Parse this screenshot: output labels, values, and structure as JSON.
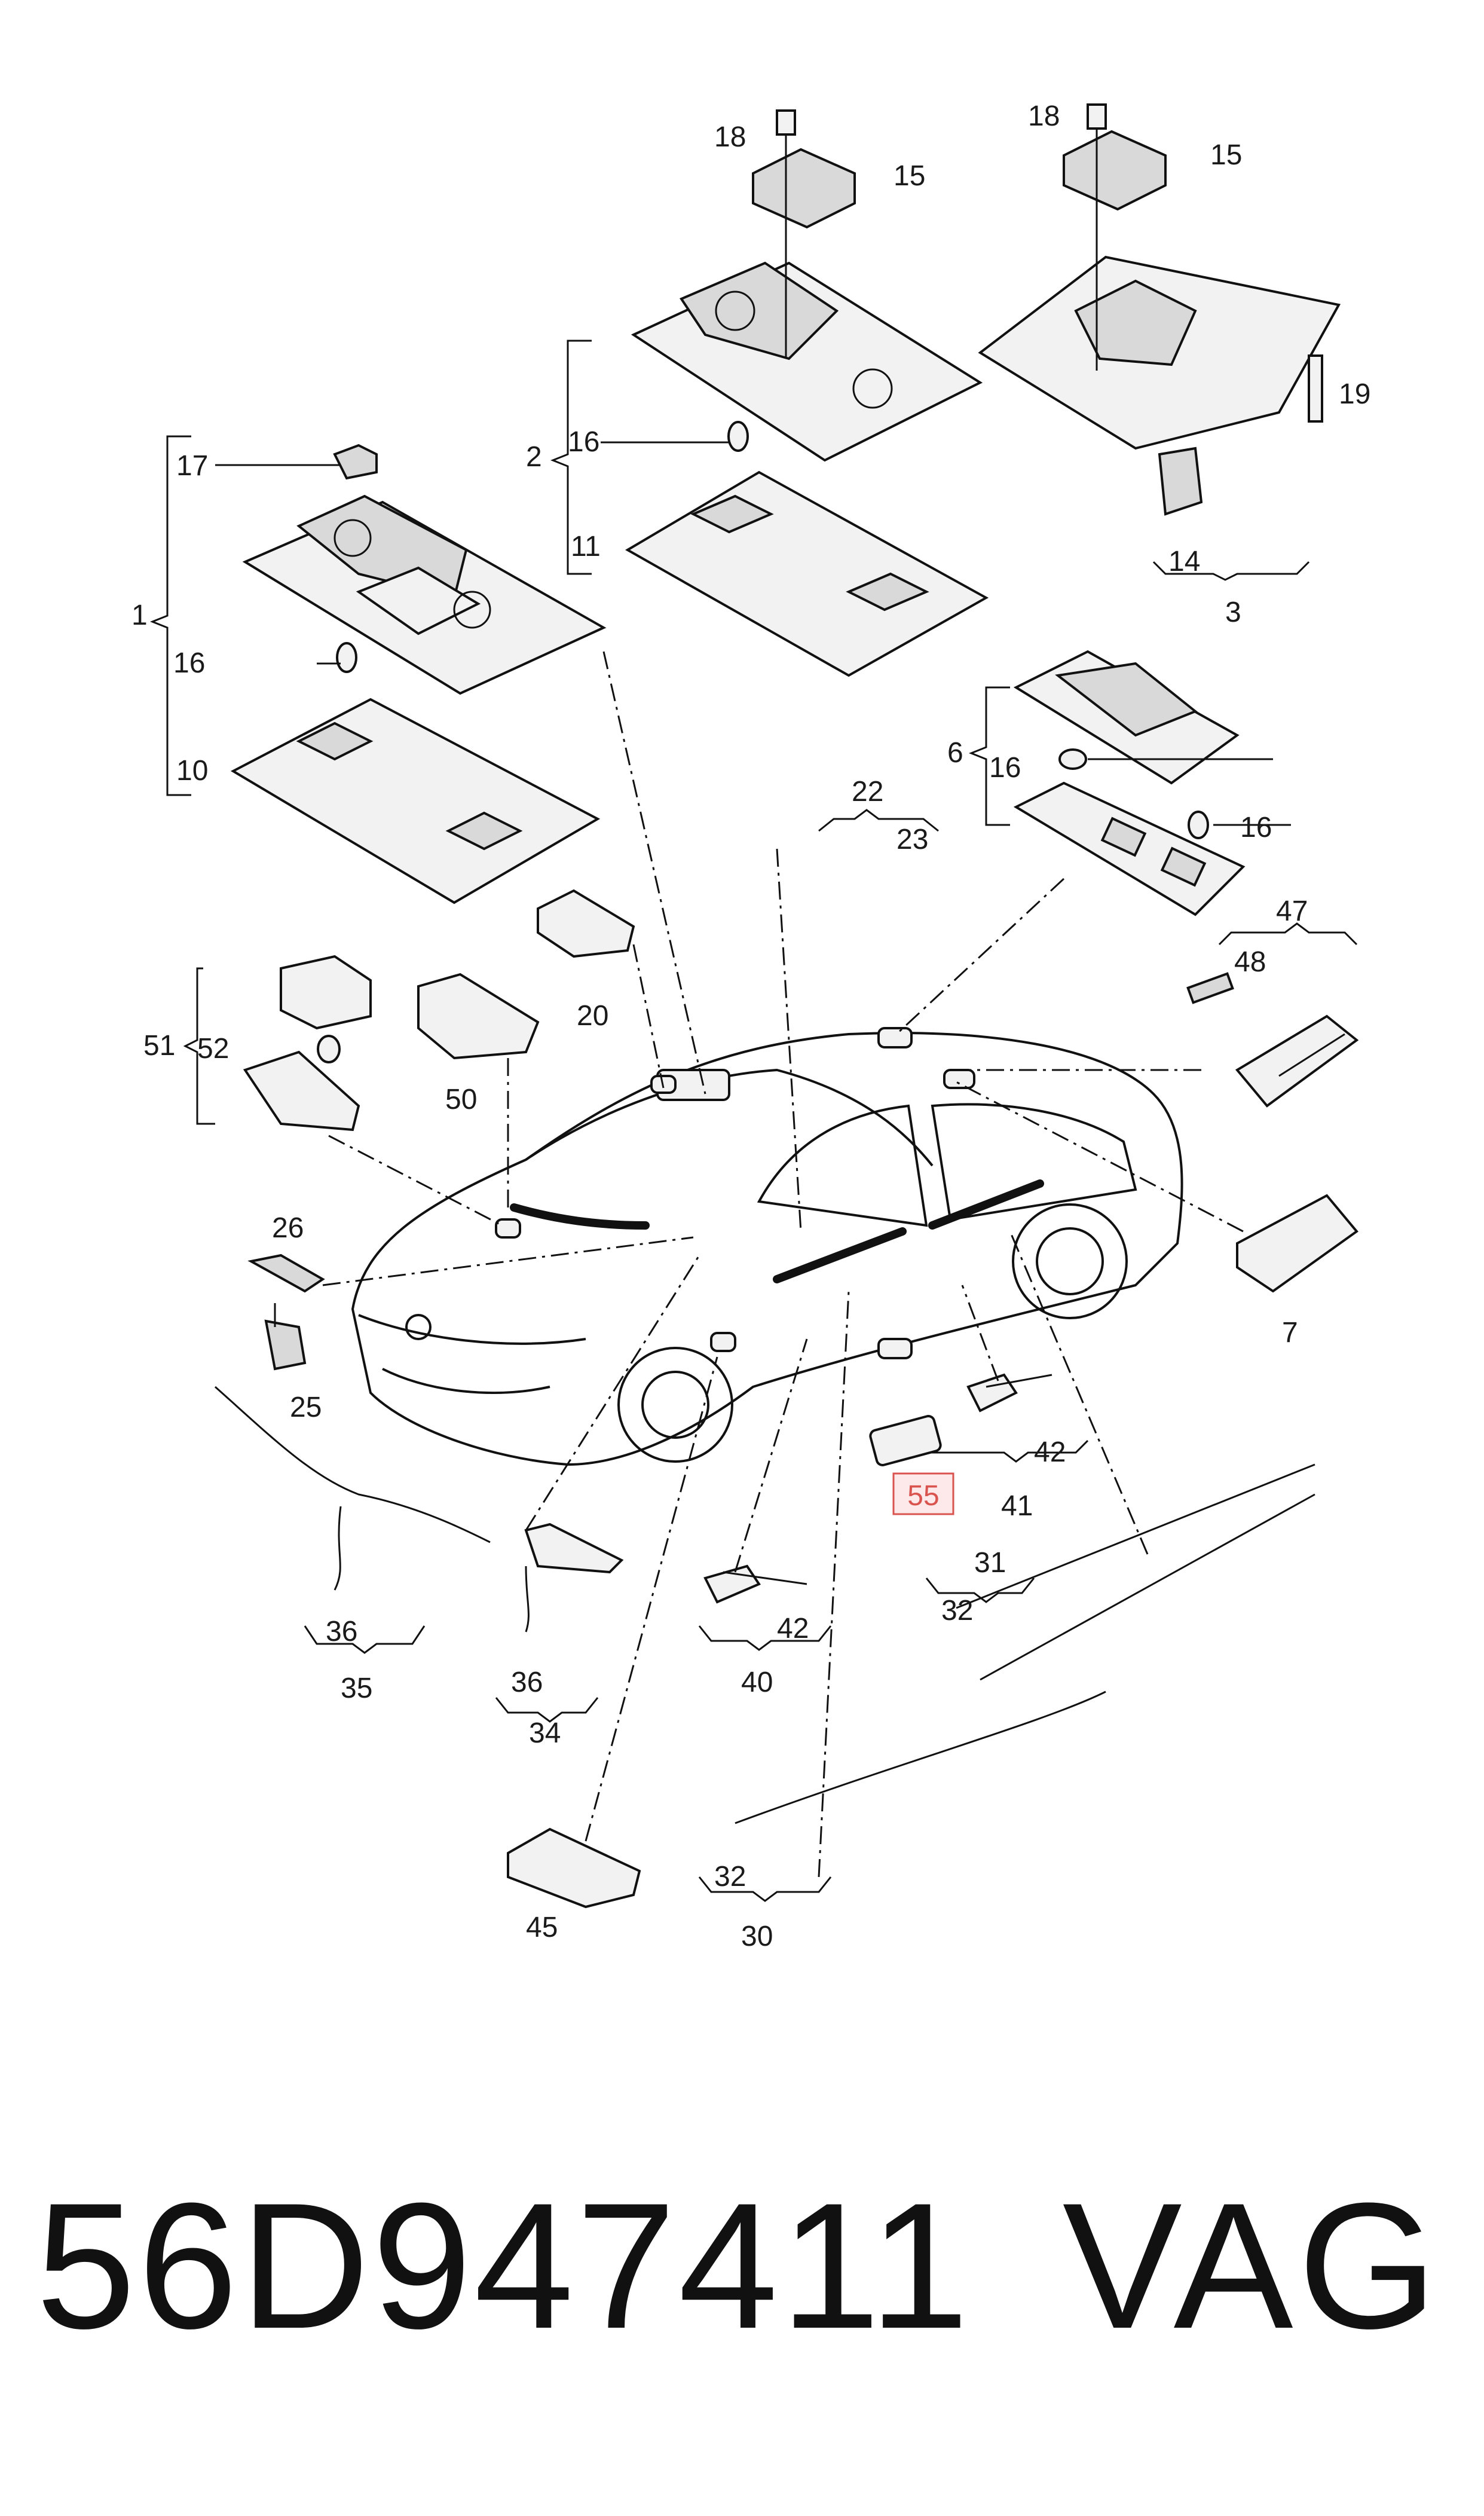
{
  "diagram": {
    "callouts": {
      "c1": "1",
      "c2": "2",
      "c3": "3",
      "c6": "6",
      "c7": "7",
      "c10": "10",
      "c11": "11",
      "c14": "14",
      "c15a": "15",
      "c15b": "15",
      "c16a": "16",
      "c16b": "16",
      "c16c": "16",
      "c16d": "16",
      "c17": "17",
      "c18a": "18",
      "c18b": "18",
      "c19": "19",
      "c20": "20",
      "c22": "22",
      "c23": "23",
      "c25": "25",
      "c26": "26",
      "c30": "30",
      "c31": "31",
      "c32a": "32",
      "c32b": "32",
      "c34": "34",
      "c35": "35",
      "c36a": "36",
      "c36b": "36",
      "c40": "40",
      "c41": "41",
      "c42a": "42",
      "c42b": "42",
      "c45": "45",
      "c47": "47",
      "c48": "48",
      "c50": "50",
      "c51": "51",
      "c52": "52",
      "c55": "55"
    },
    "highlighted_part": "55",
    "highlight_color": "#d9534f",
    "highlight_fill": "#fde9e9"
  },
  "footer": {
    "part_number": "56D947411",
    "brand": "VAG"
  }
}
